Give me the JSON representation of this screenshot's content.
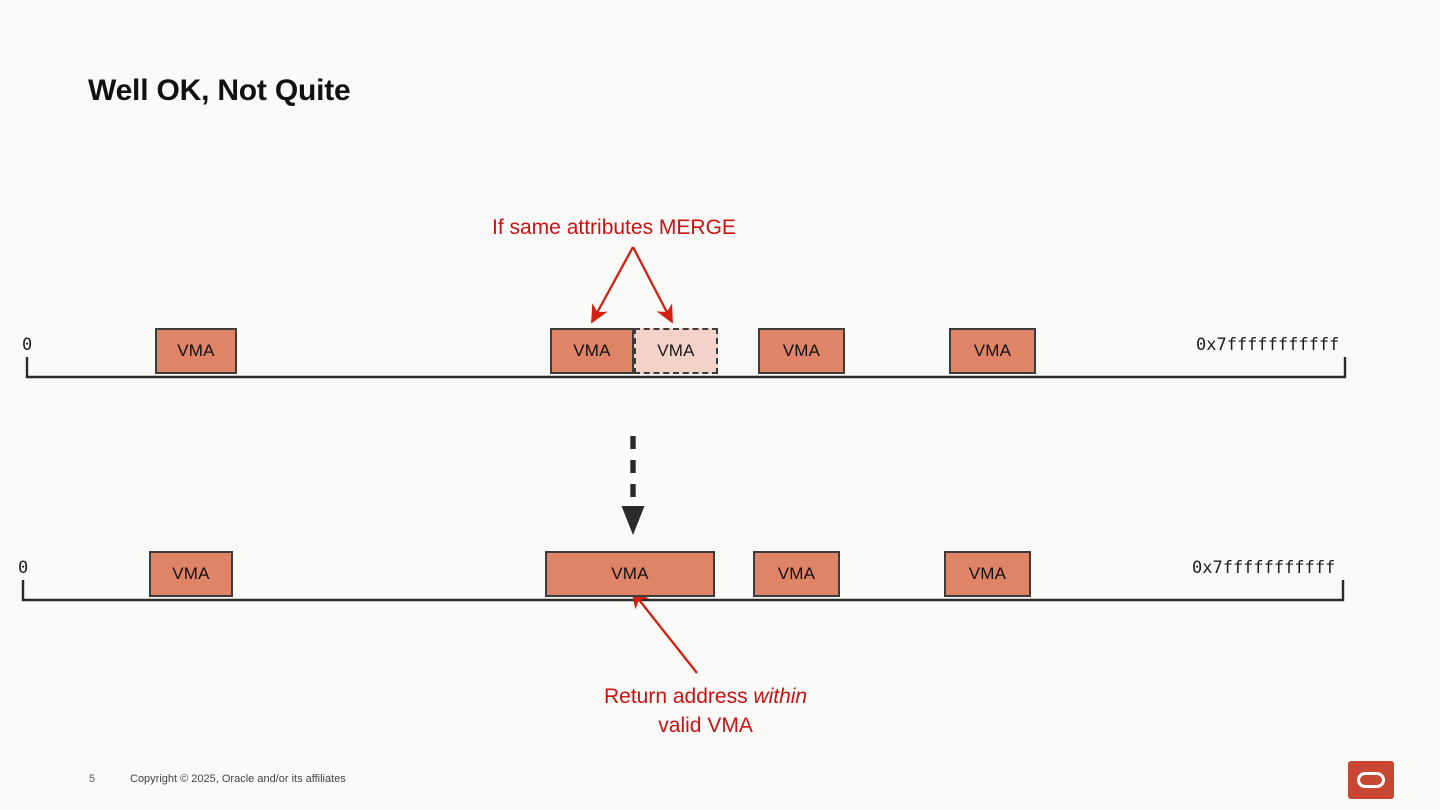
{
  "slide": {
    "title": "Well OK, Not Quite",
    "background_color": "#FAFAF8"
  },
  "colors": {
    "vma_fill": "#E08468",
    "vma_ghost_fill": "#F3D2C9",
    "vma_border": "#3C3C3C",
    "annotation_red": "#CC1111",
    "axis": "#2B2B2B",
    "oracle_red": "#C74634"
  },
  "annotations": {
    "merge_note": "If same attributes MERGE",
    "return_note_line1_pre": "Return address ",
    "return_note_line1_em": "within",
    "return_note_line2": "valid VMA"
  },
  "rows": {
    "top": {
      "start_label": "0",
      "end_label": "0x7fffffffffff",
      "boxes": [
        {
          "label": "VMA",
          "style": "solid"
        },
        {
          "label": "VMA",
          "style": "solid"
        },
        {
          "label": "VMA",
          "style": "dashed"
        },
        {
          "label": "VMA",
          "style": "solid"
        },
        {
          "label": "VMA",
          "style": "solid"
        }
      ]
    },
    "bottom": {
      "start_label": "0",
      "end_label": "0x7fffffffffff",
      "boxes": [
        {
          "label": "VMA",
          "style": "solid"
        },
        {
          "label": "VMA",
          "style": "solid"
        },
        {
          "label": "VMA",
          "style": "solid"
        },
        {
          "label": "VMA",
          "style": "solid"
        }
      ]
    }
  },
  "transition": {
    "icon": "dashed-down-arrow"
  },
  "footer": {
    "page_number": "5",
    "copyright": "Copyright © 2025, Oracle and/or its affiliates",
    "logo_name": "oracle-logo"
  }
}
